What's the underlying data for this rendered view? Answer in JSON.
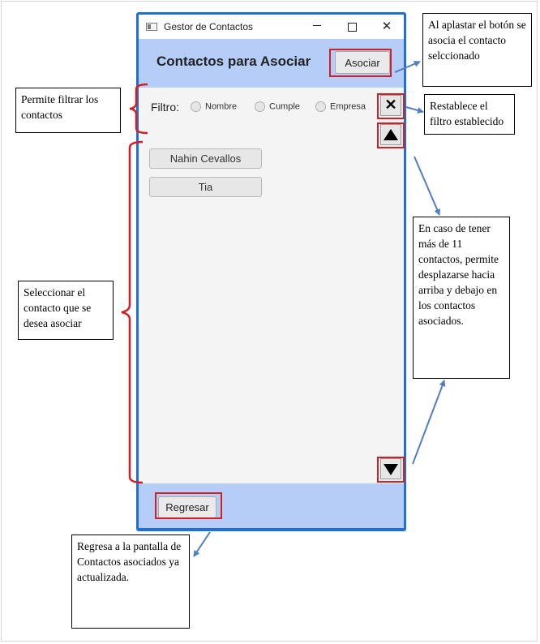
{
  "window": {
    "title": "Gestor de Contactos",
    "controls": {
      "minimize": "—",
      "maximize": "□",
      "close": "✕"
    }
  },
  "header": {
    "title": "Contactos para Asociar",
    "associate_button": "Asociar"
  },
  "filter": {
    "label": "Filtro:",
    "options": [
      "Nombre",
      "Cumple",
      "Empresa"
    ],
    "clear_icon": "✕"
  },
  "contacts": [
    "Nahin Cevallos",
    "Tia"
  ],
  "footer": {
    "back_button": "Regresar"
  },
  "annotations": {
    "associate": "Al aplastar el botón se asocia el contacto selccionado",
    "filter": "Permite filtrar los contactos",
    "reset": "Restablece el filtro establecido",
    "scroll": "En caso de tener más de 11 contactos, permite desplazarse hacia arriba y debajo en los contactos asociados.",
    "select": "Seleccionar el contacto que se desea asociar",
    "back": "Regresa a la pantalla de Contactos asociados ya actualizada."
  },
  "colors": {
    "window_border": "#1f6fd6",
    "panel_blue": "#b5cdf7",
    "highlight_red": "#d11f26",
    "arrow_blue": "#4f7fc0"
  }
}
